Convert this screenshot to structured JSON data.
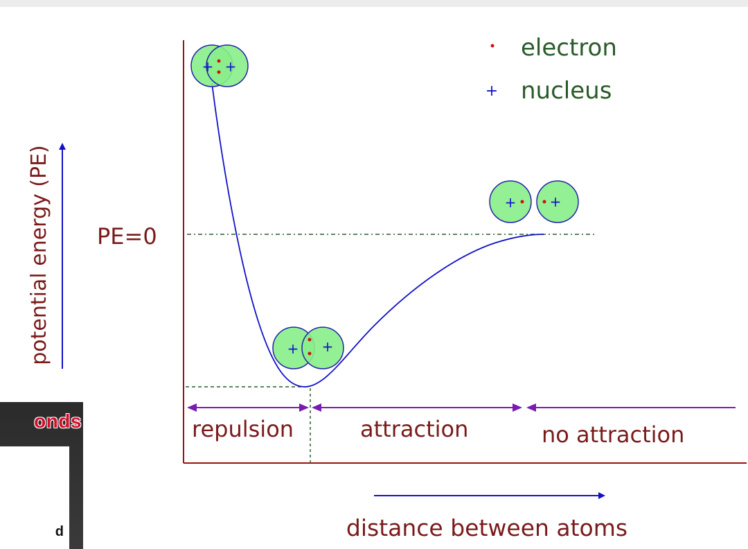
{
  "legend": {
    "electron_label": "electron",
    "nucleus_label": "nucleus",
    "electron_symbol": "·",
    "nucleus_symbol": "+"
  },
  "axes": {
    "y_label": "potential energy (PE)",
    "x_label": "distance between atoms",
    "pe_zero_label": "PE=0"
  },
  "regions": {
    "repulsion": "repulsion",
    "attraction": "attraction",
    "no_attraction": "no attraction"
  },
  "atom_symbols": {
    "nucleus": "+",
    "electron": "·"
  },
  "side_panel": {
    "title_fragment": "onds",
    "text_fragment": "d"
  },
  "colors": {
    "axis": "#a01010",
    "curve": "#1010c8",
    "atom_fill": "#88ee88",
    "atom_stroke": "#2222aa",
    "electron": "#cc1111",
    "nucleus": "#1111cc",
    "region_arrows": "#7a1ab0",
    "dotted_guides": "#2a5a2a",
    "label_text": "#7a1a1a",
    "legend_text": "#2a5a2a",
    "side_panel_title": "#d0102a"
  }
}
